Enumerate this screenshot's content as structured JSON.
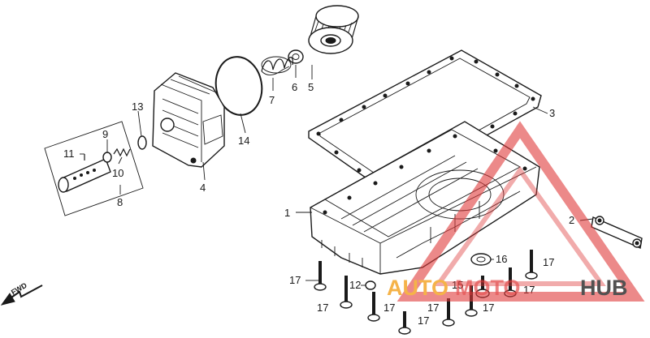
{
  "diagram": {
    "fwd_label": "FWD",
    "callouts": [
      {
        "id": "c1",
        "text": "1"
      },
      {
        "id": "c2",
        "text": "2"
      },
      {
        "id": "c3",
        "text": "3"
      },
      {
        "id": "c4",
        "text": "4"
      },
      {
        "id": "c5",
        "text": "5"
      },
      {
        "id": "c6",
        "text": "6"
      },
      {
        "id": "c7",
        "text": "7"
      },
      {
        "id": "c8",
        "text": "8"
      },
      {
        "id": "c9",
        "text": "9"
      },
      {
        "id": "c10",
        "text": "10"
      },
      {
        "id": "c11",
        "text": "11"
      },
      {
        "id": "c12",
        "text": "12"
      },
      {
        "id": "c13",
        "text": "13"
      },
      {
        "id": "c14",
        "text": "14"
      },
      {
        "id": "c15",
        "text": "15"
      },
      {
        "id": "c16",
        "text": "16"
      },
      {
        "id": "c17a",
        "text": "17"
      },
      {
        "id": "c17b",
        "text": "17"
      },
      {
        "id": "c17c",
        "text": "17"
      },
      {
        "id": "c17d",
        "text": "17"
      },
      {
        "id": "c17e",
        "text": "17"
      },
      {
        "id": "c17f",
        "text": "17"
      },
      {
        "id": "c17g",
        "text": "17"
      },
      {
        "id": "c17h",
        "text": "17"
      }
    ]
  },
  "watermark": {
    "text_part1": "AUTO",
    "text_part2": "MOTO",
    "text_part3": "HUB",
    "color_orange": "#f4a62a",
    "color_red": "#e03a3a",
    "color_dark": "#333333"
  }
}
